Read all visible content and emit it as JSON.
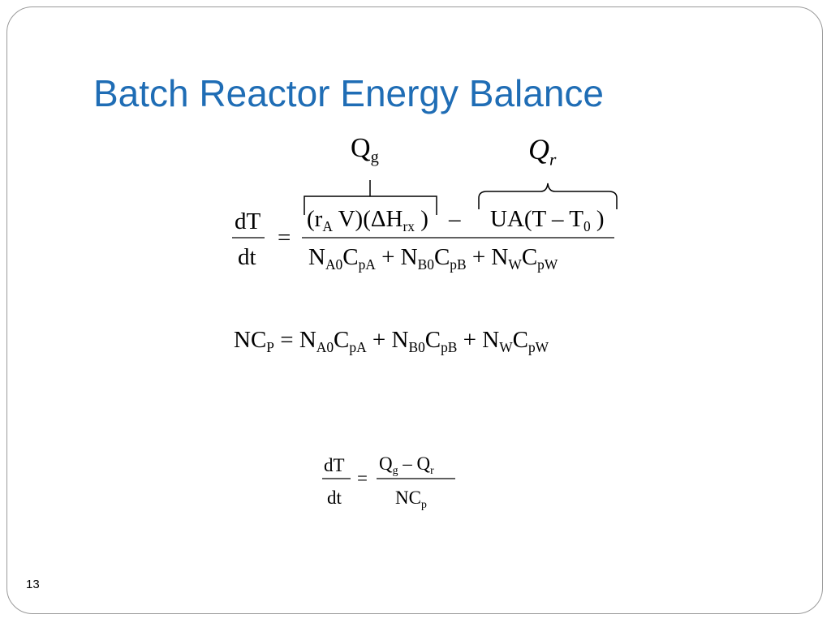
{
  "slide": {
    "title": "Batch Reactor Energy Balance",
    "page_number": "13",
    "title_color": "#1f6db5"
  },
  "eq1": {
    "qg_label": [
      {
        "t": "Q",
        "s": "g"
      }
    ],
    "qr_label": [
      {
        "t": "Q",
        "s": "r"
      }
    ],
    "lhs_num": [
      {
        "t": "dT",
        "s": ""
      }
    ],
    "lhs_den": [
      {
        "t": "dt",
        "s": ""
      }
    ],
    "equals": "=",
    "numerator_gen": [
      {
        "t": "(r",
        "s": "A"
      },
      {
        "t": " V)(ΔH",
        "s": "rx"
      },
      {
        "t": " )",
        "s": ""
      }
    ],
    "minus": "–",
    "numerator_rem": [
      {
        "t": "UA(T – T",
        "s": "0"
      },
      {
        "t": " )",
        "s": ""
      }
    ],
    "denominator": [
      {
        "t": "N",
        "s": "A0"
      },
      {
        "t": "C",
        "s": "pA"
      },
      {
        "t": " + N",
        "s": "B0"
      },
      {
        "t": "C",
        "s": "pB"
      },
      {
        "t": " + N",
        "s": "W"
      },
      {
        "t": "C",
        "s": "pW"
      }
    ]
  },
  "eq2": {
    "expr": [
      {
        "t": "NC",
        "s": "P"
      },
      {
        "t": " = N",
        "s": "A0"
      },
      {
        "t": "C",
        "s": "pA"
      },
      {
        "t": " + N",
        "s": "B0"
      },
      {
        "t": "C",
        "s": "pB"
      },
      {
        "t": " + N",
        "s": "W"
      },
      {
        "t": "C",
        "s": "pW"
      }
    ]
  },
  "eq3": {
    "lhs_num": [
      {
        "t": "dT",
        "s": ""
      }
    ],
    "lhs_den": [
      {
        "t": "dt",
        "s": ""
      }
    ],
    "equals": "=",
    "num": [
      {
        "t": "Q",
        "s": "g"
      },
      {
        "t": " – Q",
        "s": "r"
      }
    ],
    "den": [
      {
        "t": "NC",
        "s": "p"
      }
    ]
  }
}
